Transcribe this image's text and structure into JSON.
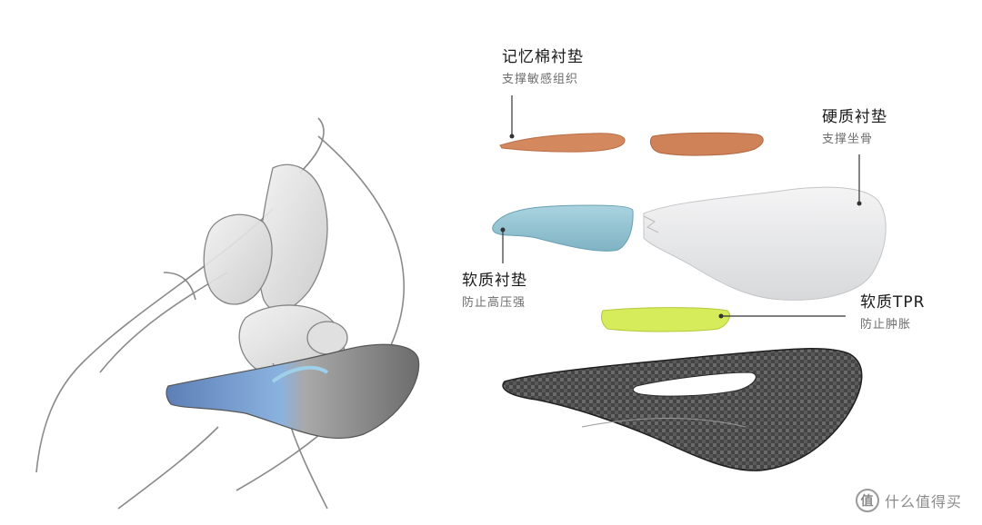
{
  "labels": {
    "memory_foam": {
      "title": "记忆棉衬垫",
      "subtitle": "支撑敏感组织"
    },
    "hard_pad": {
      "title": "硬质衬垫",
      "subtitle": "支撑坐骨"
    },
    "soft_pad": {
      "title": "软质衬垫",
      "subtitle": "防止高压强"
    },
    "soft_tpr": {
      "title": "软质TPR",
      "subtitle": "防止肿胀"
    }
  },
  "watermark": {
    "badge": "值",
    "text": "什么值得买"
  },
  "colors": {
    "memory_foam": "#d4885e",
    "soft_pad": "#8fc3d3",
    "hard_pad": "#e8e9ea",
    "soft_tpr": "#d6ec5a",
    "carbon": "#3a3a3a"
  }
}
